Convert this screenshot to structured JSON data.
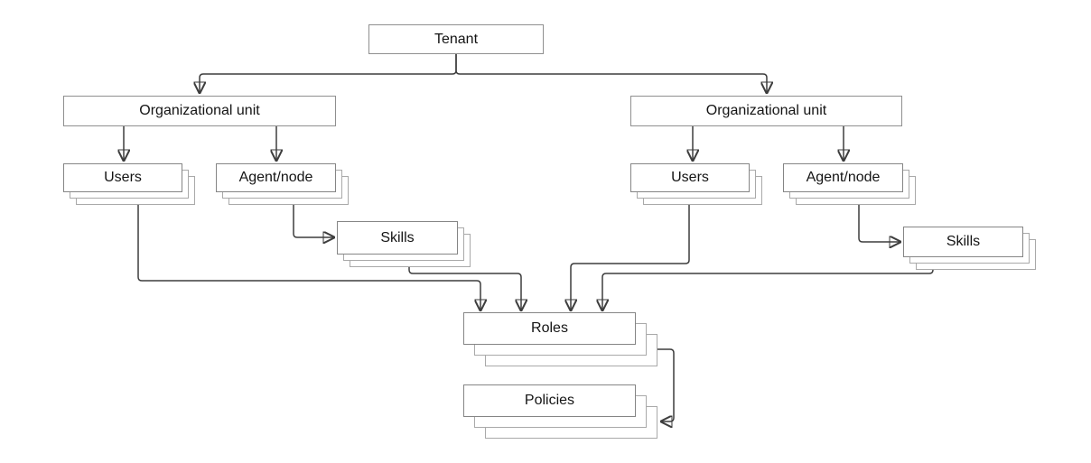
{
  "diagram": {
    "description": "Tenant hierarchy diagram",
    "colors": {
      "background": "#ffffff",
      "box_fill": "#ffffff",
      "box_border": "#858585",
      "shadow_border": "#a9a9a9",
      "connector": "#3d3d3d",
      "text": "#141414"
    },
    "nodes": {
      "tenant": "Tenant",
      "org_unit_left": "Organizational unit",
      "org_unit_right": "Organizational unit",
      "users_left": "Users",
      "agent_node_left": "Agent/node",
      "skills_left": "Skills",
      "users_right": "Users",
      "agent_node_right": "Agent/node",
      "skills_right": "Skills",
      "roles": "Roles",
      "policies": "Policies"
    },
    "edges": [
      {
        "from": "tenant",
        "to": "org_unit_left"
      },
      {
        "from": "tenant",
        "to": "org_unit_right"
      },
      {
        "from": "org_unit_left",
        "to": "users_left"
      },
      {
        "from": "org_unit_left",
        "to": "agent_node_left"
      },
      {
        "from": "org_unit_right",
        "to": "users_right"
      },
      {
        "from": "org_unit_right",
        "to": "agent_node_right"
      },
      {
        "from": "agent_node_left",
        "to": "skills_left"
      },
      {
        "from": "agent_node_right",
        "to": "skills_right"
      },
      {
        "from": "users_left",
        "to": "roles"
      },
      {
        "from": "skills_left",
        "to": "roles"
      },
      {
        "from": "users_right",
        "to": "roles"
      },
      {
        "from": "skills_right",
        "to": "roles"
      },
      {
        "from": "roles",
        "to": "policies"
      }
    ]
  }
}
